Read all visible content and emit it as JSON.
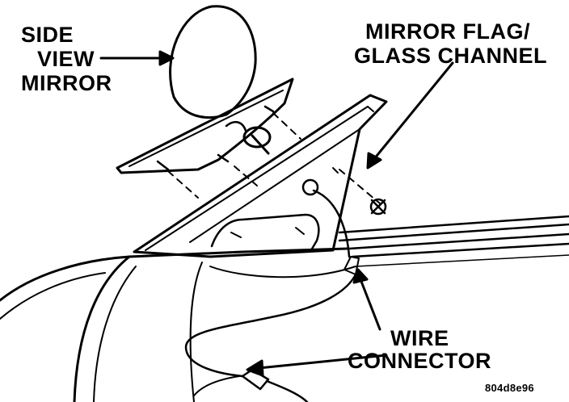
{
  "labels": {
    "side_view_mirror": [
      "SIDE",
      "VIEW",
      "MIRROR"
    ],
    "mirror_flag": [
      "MIRROR FLAG/",
      "GLASS CHANNEL"
    ],
    "wire_connector": [
      "WIRE",
      "CONNECTOR"
    ],
    "figure_code": "804d8e96"
  },
  "colors": {
    "ink": "#000000",
    "paper": "#ffffff"
  }
}
